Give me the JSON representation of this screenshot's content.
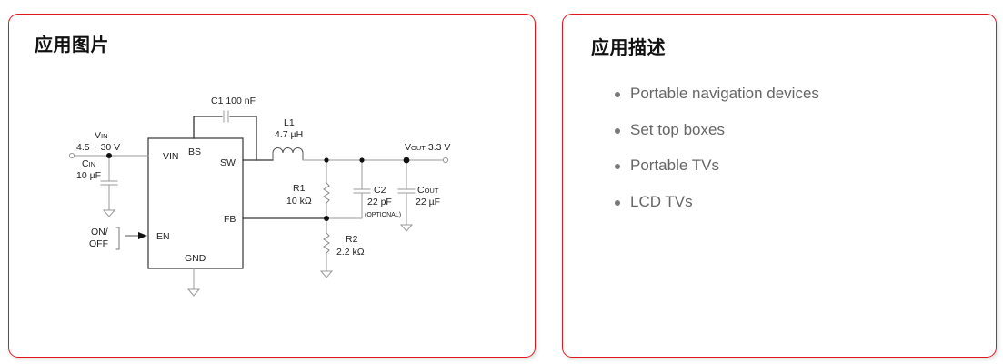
{
  "left_card": {
    "title": "应用图片",
    "diagram": {
      "ic_pins": {
        "vin": "VIN",
        "bs": "BS",
        "sw": "SW",
        "fb": "FB",
        "en": "EN",
        "gnd": "GND"
      },
      "vin_label": "V",
      "vin_sub": "IN",
      "vin_range": "4.5 ~ 30 V",
      "cin_label": "C",
      "cin_sub": "IN",
      "cin_value": "10 µF",
      "c1_label": "C1 100 nF",
      "l1_label": "L1",
      "l1_value": "4.7 µH",
      "vout_label": "V",
      "vout_sub": "OUT",
      "vout_value": "3.3 V",
      "r1_label": "R1",
      "r1_value": "10 kΩ",
      "c2_label": "C2",
      "c2_value": "22 pF",
      "c2_note": "(OPTIONAL)",
      "cout_label": "C",
      "cout_sub": "OUT",
      "cout_value": "22 µF",
      "r2_label": "R2",
      "r2_value": "2.2 kΩ",
      "en_label_1": "ON/",
      "en_label_2": "OFF"
    }
  },
  "right_card": {
    "title": "应用描述",
    "items": [
      "Portable navigation devices",
      "Set top boxes",
      "Portable TVs",
      "LCD TVs"
    ]
  },
  "colors": {
    "card_border": "#e2171e",
    "title_text": "#111111",
    "list_text": "#666666",
    "wire_gray": "#999999",
    "wire_dark": "#333333"
  }
}
